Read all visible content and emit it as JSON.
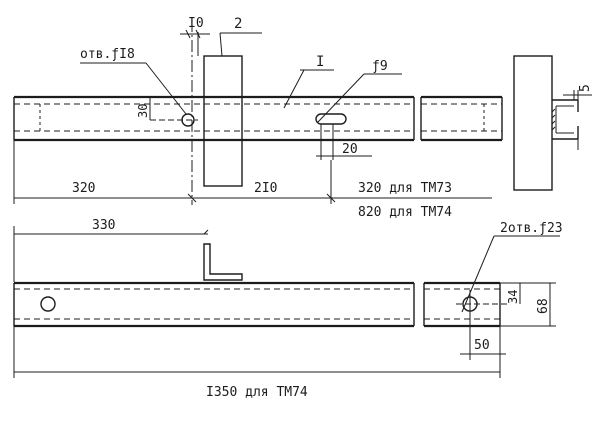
{
  "drawing": {
    "top_view": {
      "dim_top_10": "I0",
      "label_part2": "2",
      "label_part1": "I",
      "label_hole18": "отв.ƒI8",
      "label_slot9": "ƒ9",
      "dim_30": "30",
      "dim_20": "20",
      "dim_320": "320",
      "dim_210": "2I0",
      "dim_320_tm73": "320 для ТМ73",
      "dim_820_tm74": "820 для ТМ74"
    },
    "side_view": {
      "dim_5": "5"
    },
    "bottom_view": {
      "dim_330": "330",
      "label_holes23": "2отв.ƒ23",
      "dim_34": "34",
      "dim_68": "68",
      "dim_50": "50",
      "dim_1350_tm74": "I350 для ТМ74"
    }
  }
}
